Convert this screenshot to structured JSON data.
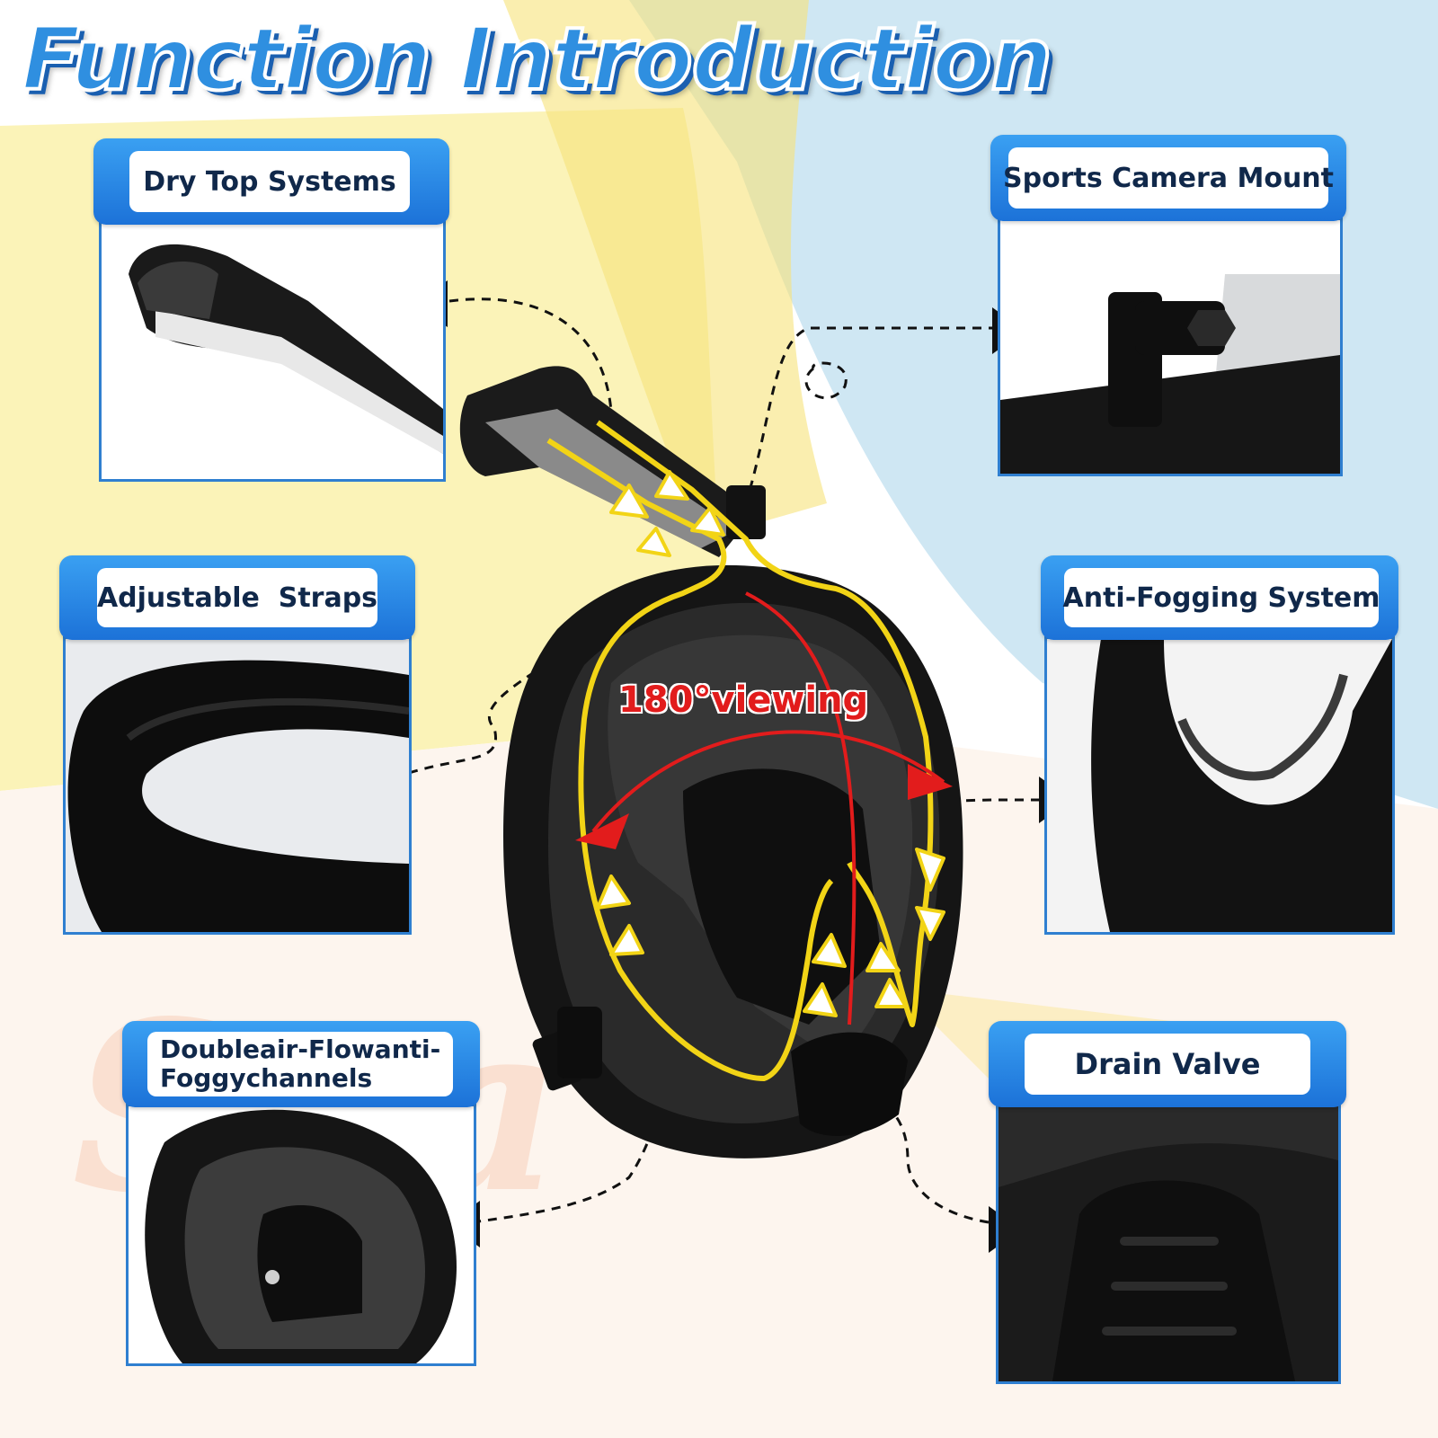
{
  "title": "Function Introduction",
  "center_label": "180°viewing",
  "features": [
    {
      "label": "Dry Top Systems"
    },
    {
      "label": "Sports Camera Mount"
    },
    {
      "label": "Adjustable  Straps"
    },
    {
      "label": "Anti-Fogging System"
    },
    {
      "label": "Doubleair-Flowanti-\nFoggychannels"
    },
    {
      "label": "Drain Valve"
    }
  ],
  "colors": {
    "header_blue": "#2a86e6",
    "title_blue": "#2f8fe0",
    "airflow_yellow": "#f2d416",
    "viewing_red": "#e21c1c",
    "mask_black": "#141414"
  },
  "icons": [
    "arrow-triangle-icon",
    "snorkel-tube",
    "camera-mount",
    "drain-valve"
  ]
}
